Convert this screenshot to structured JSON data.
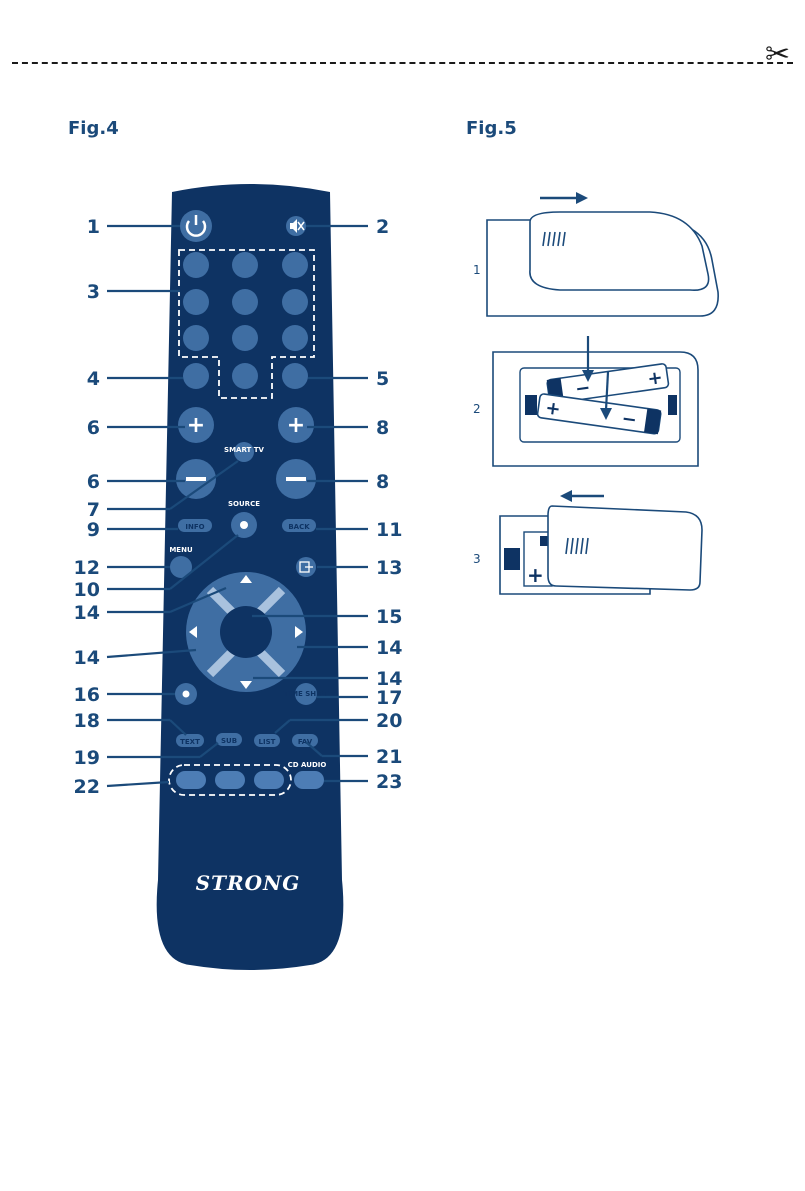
{
  "figures": {
    "left_title": "Fig.4",
    "right_title": "Fig.5"
  },
  "remote": {
    "brand": "STRONG",
    "labels": {
      "smart_tv": "SMART TV",
      "source": "SOURCE",
      "info": "INFO",
      "back": "BACK",
      "menu": "MENU",
      "timeshift": "TIME SHIFT",
      "text": "TEXT",
      "list": "LIST",
      "sub": "SUB",
      "fav": "FAV",
      "cd_audio": "CD AUDIO"
    }
  },
  "callouts": [
    "1",
    "2",
    "3",
    "4",
    "5",
    "6",
    "8",
    "6",
    "8",
    "7",
    "9",
    "11",
    "12",
    "13",
    "10",
    "14",
    "15",
    "14",
    "14",
    "14",
    "16",
    "17",
    "18",
    "20",
    "19",
    "21",
    "22",
    "23"
  ],
  "battery_steps": [
    "1",
    "2",
    "3"
  ],
  "colors": {
    "remote_body": "#0e3363",
    "button": "#3f6ea3",
    "accent": "#1b4a7a"
  }
}
